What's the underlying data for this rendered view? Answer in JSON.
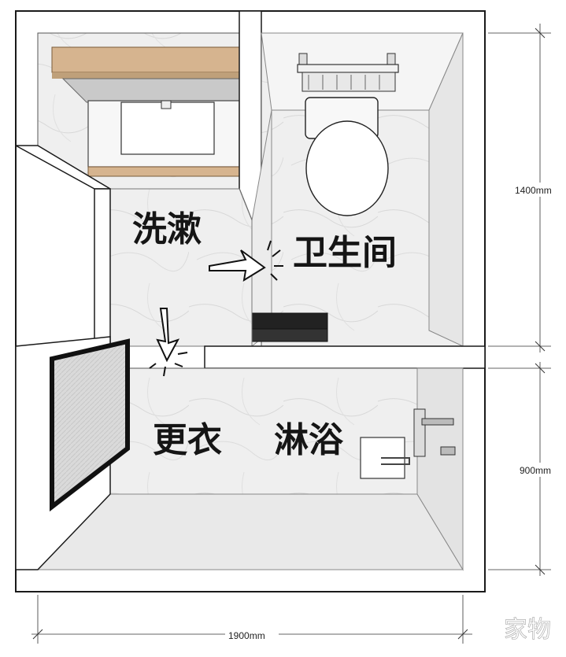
{
  "labels": {
    "washing": "洗漱",
    "toilet": "卫生间",
    "changing": "更衣",
    "shower": "淋浴"
  },
  "dimensions": {
    "upper_height": "1400mm",
    "lower_height": "900mm",
    "total_width": "1900mm"
  },
  "watermark": "家物",
  "colors": {
    "wall": "#ffffff",
    "outline": "#1a1a1a",
    "marble_light": "#f2f2f2",
    "marble_mid": "#e2e2e2",
    "marble_shadow": "#cfcfcf",
    "wood": "#d6b48f",
    "glass_frame": "#111111",
    "glass": "#d9d9d9"
  }
}
